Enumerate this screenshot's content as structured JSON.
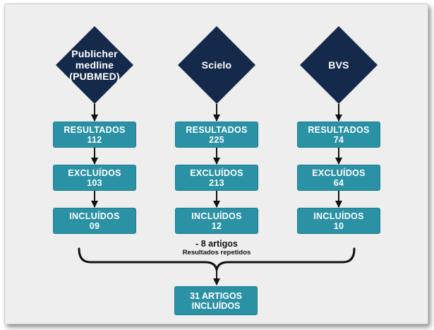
{
  "colors": {
    "diamond": "#15294a",
    "box": "#2b91a5",
    "connector": "#111111",
    "background": "#eeeeee"
  },
  "columns": [
    {
      "source": "Publicher medline (PUBMED)",
      "resultados": {
        "label": "RESULTADOS",
        "value": "112"
      },
      "excluidos": {
        "label": "EXCLUÍDOS",
        "value": "103"
      },
      "incluidos": {
        "label": "INCLUÍDOS",
        "value": "09"
      }
    },
    {
      "source": "Scielo",
      "resultados": {
        "label": "RESULTADOS",
        "value": "225"
      },
      "excluidos": {
        "label": "EXCLUÍDOS",
        "value": "213"
      },
      "incluidos": {
        "label": "INCLUÍDOS",
        "value": "12"
      }
    },
    {
      "source": "BVS",
      "resultados": {
        "label": "RESULTADOS",
        "value": "74"
      },
      "excluidos": {
        "label": "EXCLUÍDOS",
        "value": "64"
      },
      "incluidos": {
        "label": "INCLUÍDOS",
        "value": "10"
      }
    }
  ],
  "summary": {
    "removed": "- 8 artigos",
    "removed_note": "Resultados repetidos"
  },
  "final": {
    "line1": "31 ARTIGOS",
    "line2": "INCLUÍDOS"
  }
}
